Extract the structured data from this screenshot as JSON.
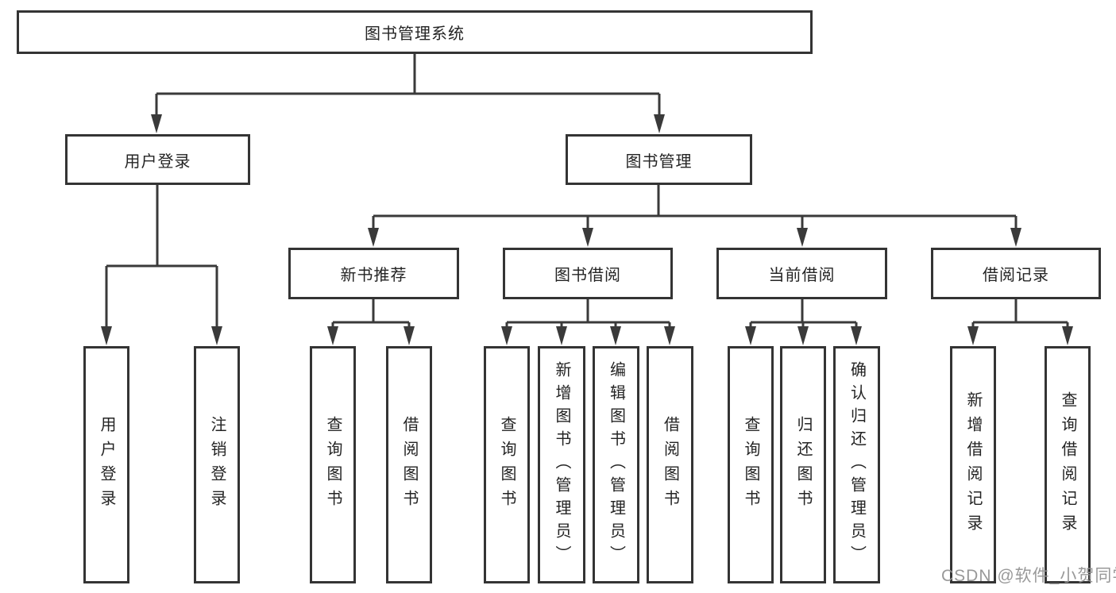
{
  "diagram": {
    "root": {
      "label": "图书管理系统"
    },
    "level2": [
      {
        "label": "用户登录"
      },
      {
        "label": "图书管理"
      }
    ],
    "level3": [
      {
        "label": "新书推荐"
      },
      {
        "label": "图书借阅"
      },
      {
        "label": "当前借阅"
      },
      {
        "label": "借阅记录"
      }
    ],
    "leaves": {
      "user_login": [
        "用户登录",
        "注销登录"
      ],
      "new_books": [
        "查询图书",
        "借阅图书"
      ],
      "book_borrow": [
        "查询图书",
        "新增图书（管理员）",
        "编辑图书（管理员）",
        "借阅图书"
      ],
      "current_borrow": [
        "查询图书",
        "归还图书",
        "确认归还（管理员）"
      ],
      "borrow_records": [
        "新增借阅记录",
        "查询借阅记录"
      ]
    }
  },
  "watermark": "CSDN @软件_小贺同学",
  "colors": {
    "line": "#3a3a3a",
    "border": "#343434",
    "text": "#242424",
    "watermark": "#949494",
    "background": "#ffffff"
  }
}
